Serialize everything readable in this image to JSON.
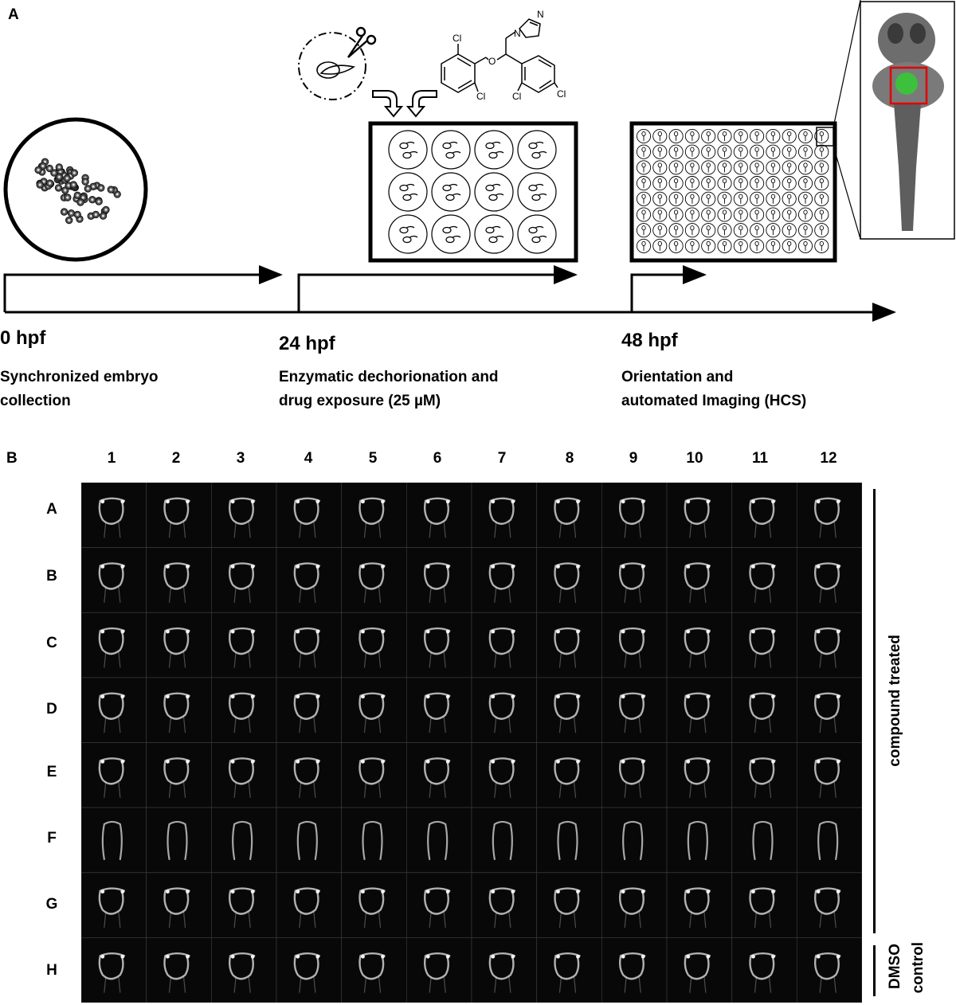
{
  "panel_a": {
    "letter": "A",
    "stages": [
      {
        "time": "0 hpf",
        "desc_line1": "Synchronized embryo",
        "desc_line2": "collection"
      },
      {
        "time": "24 hpf",
        "desc_line1": "Enzymatic dechorionation and",
        "desc_line2": "drug exposure (25 µM)"
      },
      {
        "time": "48 hpf",
        "desc_line1": "Orientation and",
        "desc_line2": "automated Imaging (HCS)"
      }
    ],
    "molecule_atoms": [
      "Cl",
      "Cl",
      "Cl",
      "Cl",
      "O",
      "N",
      "N"
    ]
  },
  "panel_b": {
    "letter": "B",
    "columns": [
      "1",
      "2",
      "3",
      "4",
      "5",
      "6",
      "7",
      "8",
      "9",
      "10",
      "11",
      "12"
    ],
    "rows": [
      "A",
      "B",
      "C",
      "D",
      "E",
      "F",
      "G",
      "H"
    ],
    "group_treated": "compound treated",
    "group_control_line1": "DMSO",
    "group_control_line2": "control"
  }
}
